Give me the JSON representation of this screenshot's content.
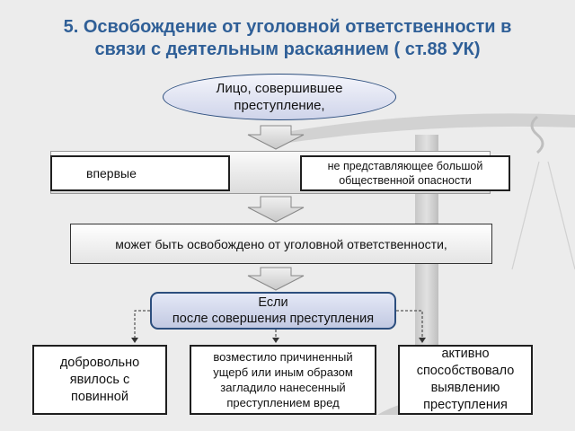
{
  "title_line1": "5. Освобождение от уголовной ответственности в",
  "title_line2": "связи с деятельным раскаянием ( ст.88 УК)",
  "person_line1": "Лицо, совершившее",
  "person_line2": "преступление,",
  "first_time": "впервые",
  "not_dangerous_line1": "не представляющее большой",
  "not_dangerous_line2": "общественной опасности",
  "may_be_freed": "может быть освобождено от уголовной ответственности,",
  "if_line1": "Если",
  "if_line2": "после совершения преступления",
  "condition1": [
    "добровольно",
    "явилось с",
    "повинной"
  ],
  "condition2": [
    "возместило причиненный",
    "ущерб или иным образом",
    "загладило нанесенный",
    "преступлением вред"
  ],
  "condition3": [
    "активно",
    "способствовало",
    "выявлению",
    "преступления"
  ],
  "colors": {
    "title": "#2f5f97",
    "oval_border": "#2c4e7e",
    "arrow": "#d9d9d9"
  }
}
